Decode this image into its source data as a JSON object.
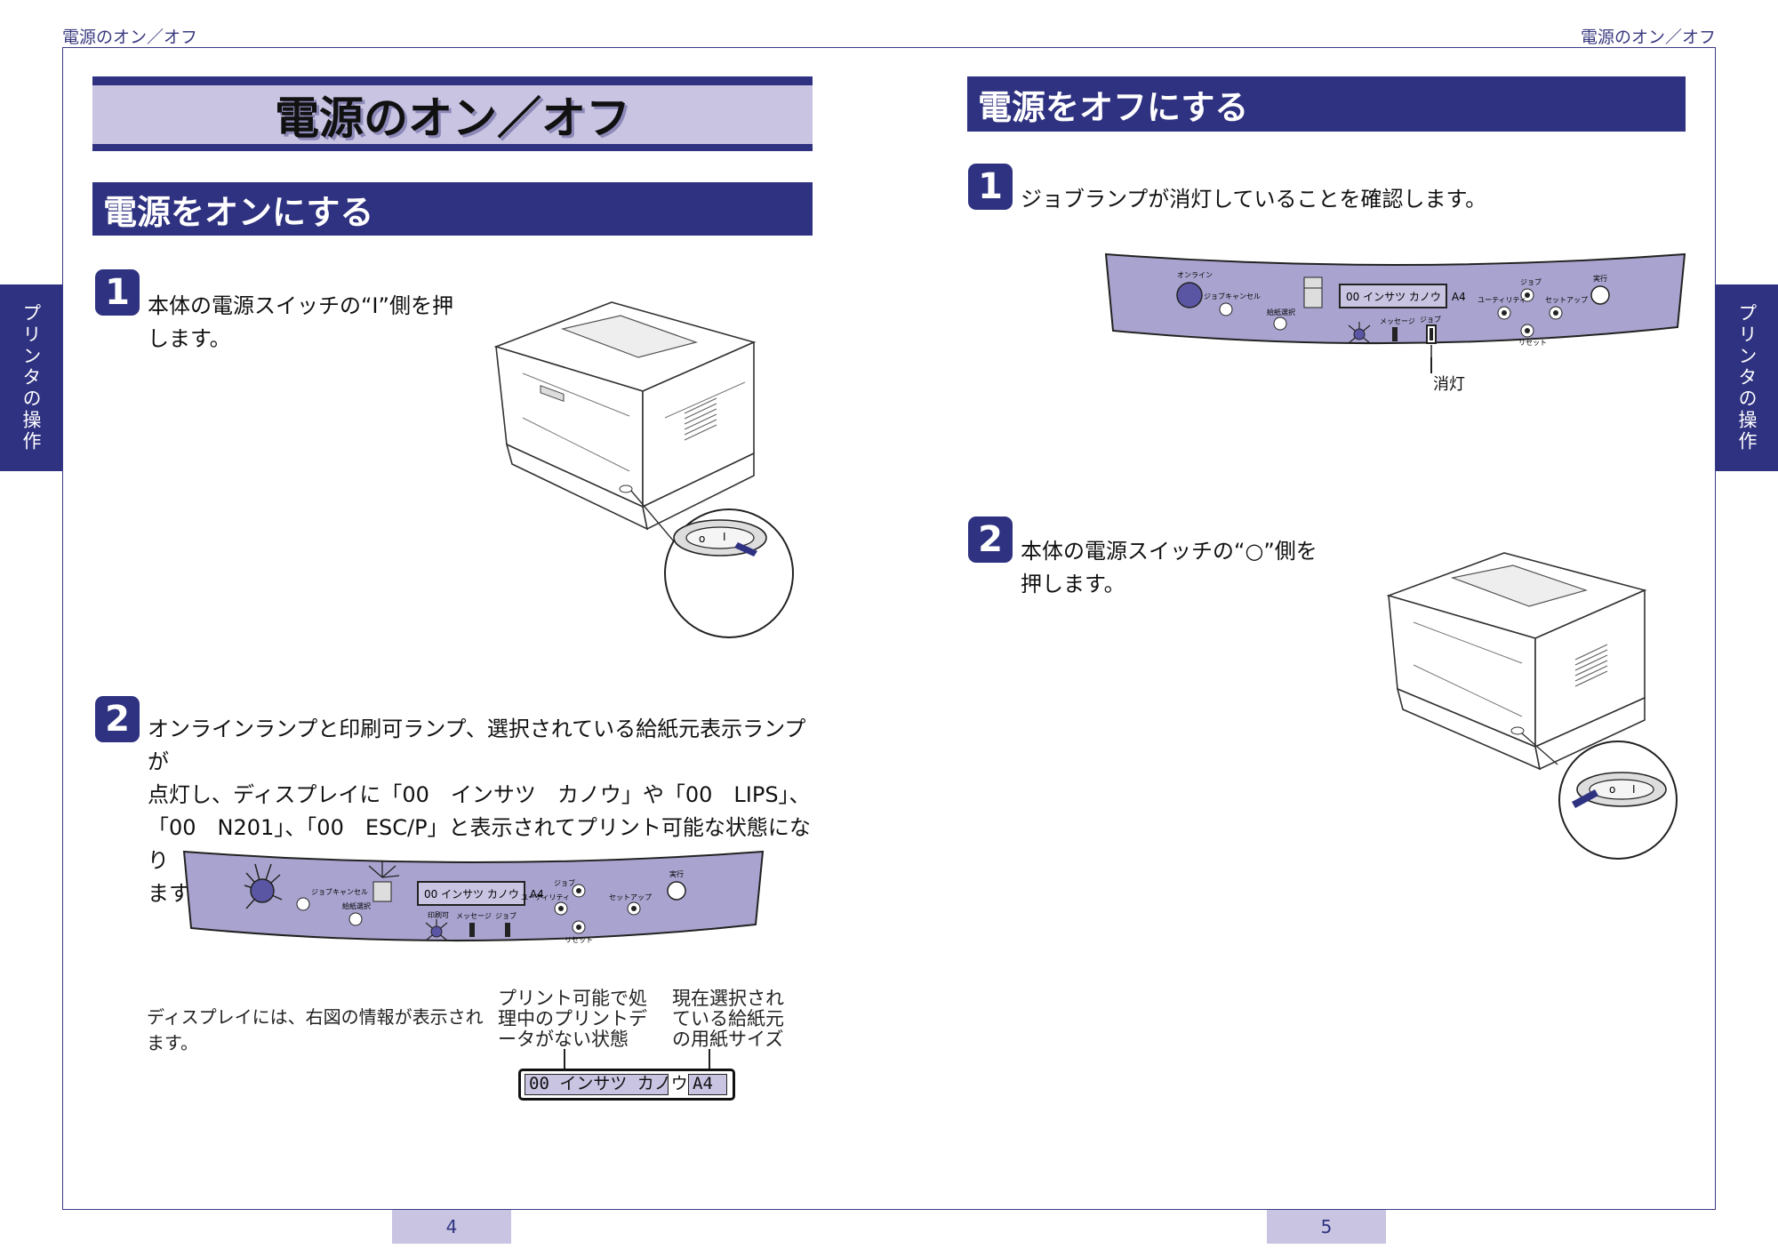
{
  "header": {
    "left": "電源のオン／オフ",
    "right": "電源のオン／オフ"
  },
  "side_tab": {
    "left": "プリンタの操作",
    "right": "プリンタの操作"
  },
  "left_page": {
    "title": "電源のオン／オフ",
    "section": "電源をオンにする",
    "step1": {
      "num": "1",
      "text_line1": "本体の電源スイッチの“I”側を押",
      "text_line2": "します。"
    },
    "step2": {
      "num": "2",
      "line1": "オンラインランプと印刷可ランプ、選択されている給紙元表示ランプが",
      "line2": "点灯し、ディスプレイに「00　インサツ　カノウ」や「00　LIPS」、",
      "line3": "「00　N201」、「00　ESC/P」と表示されてプリント可能な状態になり",
      "line4": "ます。"
    },
    "note_line1": "ディスプレイには、右図の情報が表示され",
    "note_line2": "ます。",
    "callout_a": {
      "line1": "プリント可能で処",
      "line2": "理中のプリントデ",
      "line3": "ータがない状態"
    },
    "callout_b": {
      "line1": "現在選択され",
      "line2": "ている給紙元",
      "line3": "の用紙サイズ"
    },
    "lcd": {
      "status": "00 インサツ カノウ",
      "size": "A4"
    },
    "page_number": "4"
  },
  "right_page": {
    "section": "電源をオフにする",
    "step1": {
      "num": "1",
      "text": "ジョブランプが消灯していることを確認します。"
    },
    "off_label": "消灯",
    "step2": {
      "num": "2",
      "text_line1": "本体の電源スイッチの“○”側を",
      "text_line2": "押します。"
    },
    "page_number": "5"
  },
  "panel": {
    "online": "オンライン",
    "job_cancel": "ジョブキャンセル",
    "feed_select": "給紙選択",
    "display": "00 インサツ カノウ　A4",
    "ready": "印刷可",
    "message": "メッセージ",
    "job": "ジョブ",
    "utility": "ユーティリティ",
    "setup": "セットアップ",
    "reset": "リセット",
    "execute": "実行"
  },
  "colors": {
    "navy": "#2f3280",
    "lavender": "#c8c4e2",
    "panel": "#a9a4cf"
  }
}
